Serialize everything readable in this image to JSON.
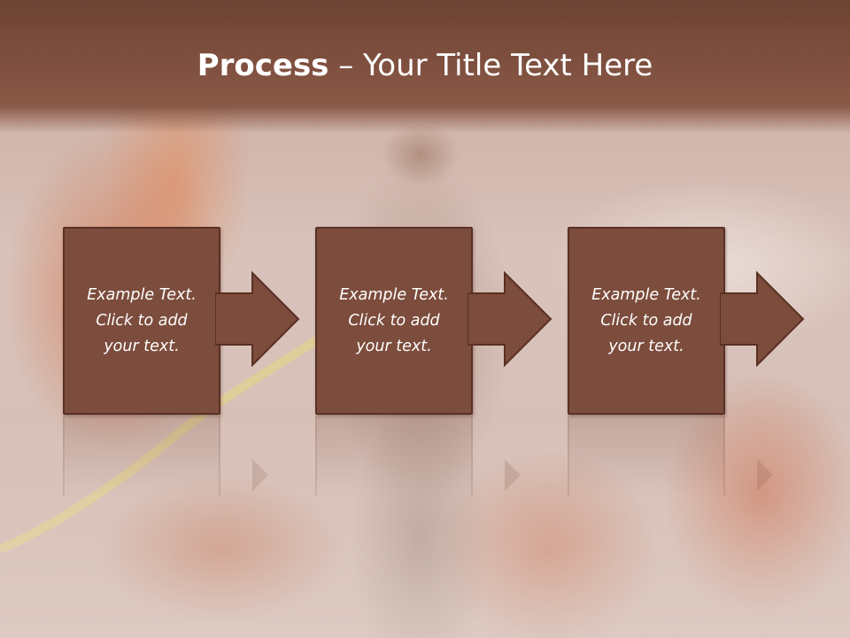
{
  "slide": {
    "title_bold": "Process",
    "title_rest": " – Your Title Text Here"
  },
  "steps": [
    {
      "text": "Example Text.\nClick  to add\nyour text."
    },
    {
      "text": "Example Text.\nClick  to add\nyour text."
    },
    {
      "text": "Example Text.\nClick  to add\nyour text."
    }
  ],
  "colors": {
    "title_bar": "#7e4f3e",
    "box_fill": "#7c4c3c",
    "box_border": "#5a3024",
    "text": "#ffffff"
  }
}
